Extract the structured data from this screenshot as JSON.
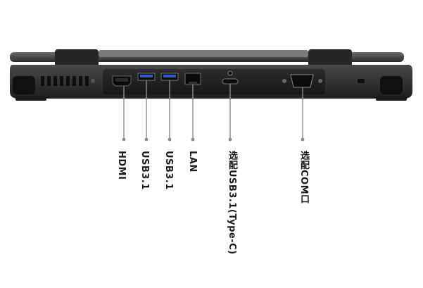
{
  "ports": [
    {
      "id": "hdmi",
      "label": "HDMI"
    },
    {
      "id": "usb-1",
      "label": "USB3.1"
    },
    {
      "id": "usb-2",
      "label": "USB3.1"
    },
    {
      "id": "lan",
      "label": "LAN"
    },
    {
      "id": "usb-c",
      "label": "选配USB3.1(Type-C)"
    },
    {
      "id": "com",
      "label": "选配COM口"
    }
  ],
  "colors": {
    "chassis": "#3b3b3b",
    "chassis_dark": "#1f1f1f",
    "usb_blue": "#1e63c8",
    "leader": "#8a8a8a",
    "label": "#1a1a1a"
  }
}
